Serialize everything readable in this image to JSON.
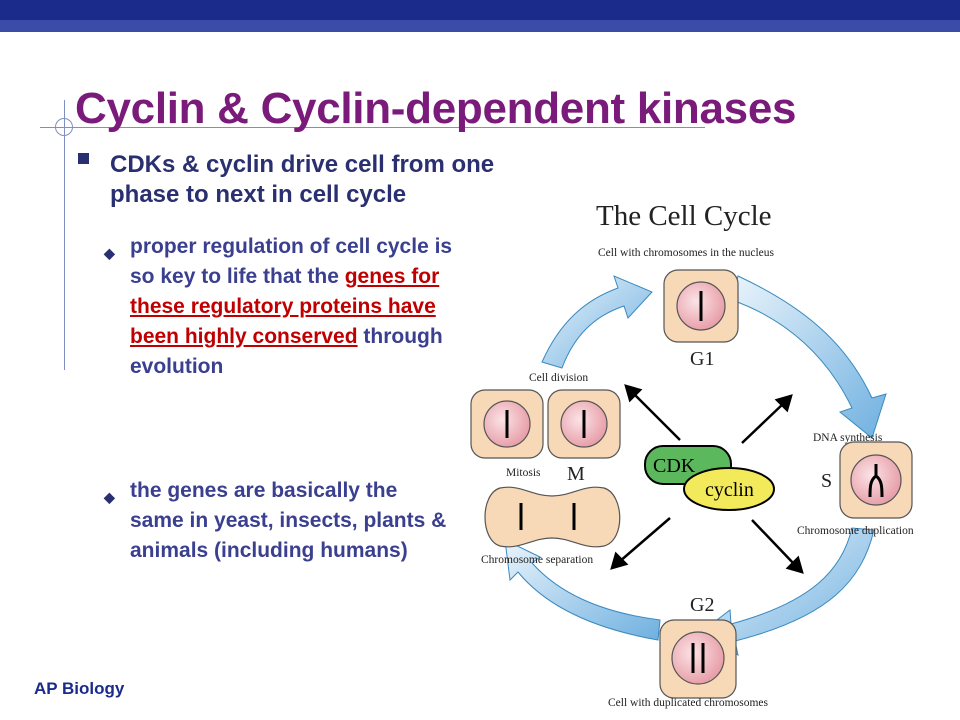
{
  "slide": {
    "title": "Cyclin & Cyclin-dependent kinases",
    "bullet": "CDKs & cyclin drive cell from one phase to next in cell cycle",
    "sub1_a": "proper regulation of cell cycle is so key to life that the ",
    "sub1_red": "genes for these regulatory proteins have been highly conserved",
    "sub1_b": " through evolution",
    "sub2": "the genes are basically the same in yeast, insects, plants & animals (including humans)",
    "footer": "AP Biology"
  },
  "diagram": {
    "title": "The Cell Cycle",
    "top_caption": "Cell with chromosomes in the nucleus",
    "g1": "G1",
    "cell_division": "Cell division",
    "dna_synthesis": "DNA synthesis",
    "mitosis": "Mitosis",
    "m": "M",
    "s": "S",
    "cdk": "CDK",
    "cyclin": "cyclin",
    "chromosome_separation": "Chromosome separation",
    "chromosome_duplication": "Chromosome duplication",
    "g2": "G2",
    "bottom_caption": "Cell with duplicated chromosomes"
  },
  "colors": {
    "title": "#7a1a7a",
    "text": "#2a2f6f",
    "highlight": "#c00000",
    "cdk": "#5cb85c",
    "cyclin": "#f2ea5a",
    "cell": "#f7d9b8",
    "nucleus": "#f2b9c0"
  }
}
